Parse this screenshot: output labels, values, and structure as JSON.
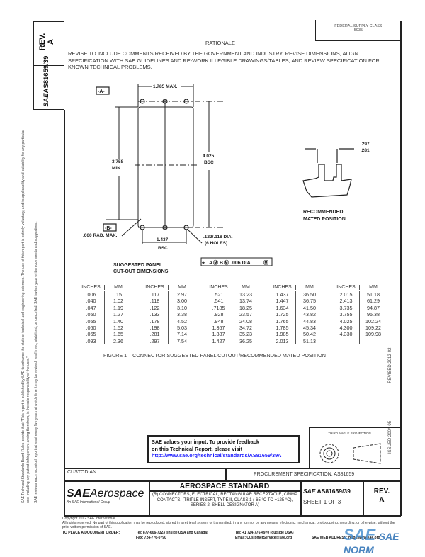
{
  "side": {
    "rev_label": "REV.",
    "rev_value": "A",
    "doc_logo": "SAE",
    "doc_number": "AS81659/39",
    "board_rules": "SAE Technical Standards Board Rules provide that: \"This report is published by SAE to advance the state of technical and engineering sciences. The use of this report is entirely voluntary, and its applicability and suitability for any particular use, including any patent infringement arising therefrom, is the sole responsibility of the user.\"",
    "review_note": "SAE reviews each technical report at least every five years at which time it may be revised, reaffirmed, stabilized, or cancelled. SAE invites your written comments and suggestions.",
    "issued": "ISSUED 2004-05",
    "revised": "REVISED 2012-02"
  },
  "fsc": {
    "label": "FEDERAL SUPPLY CLASS",
    "value": "5935"
  },
  "rationale": {
    "title": "RATIONALE",
    "text": "REVISE TO INCLUDE COMMENTS RECEIVED BY THE GOVERNMENT AND INDUSTRY. REVISE DIMENSIONS, ALIGN SPECIFICATION WITH SAE GUIDELINES AND RE-WORK ILLEGIBLE DRAWINGS/TABLES, AND REVIEW SPECIFICATION FOR KNOWN TECHNICAL PROBLEMS."
  },
  "drawing": {
    "datum_a": "-A-",
    "datum_b": "-B-",
    "width_max": "1.785 MAX.",
    "height_min_1": "3.758",
    "height_min_2": "MIN.",
    "height_bsc_1": "4.025",
    "height_bsc_2": "BSC",
    "hole_spacing_1": "1.437",
    "hole_spacing_2": "BSC",
    "radius": ".060 RAD. MAX.",
    "holes_1": ".122/.118 DIA.",
    "holes_2": "(6 HOLES)",
    "caption_1": "SUGGESTED PANEL",
    "caption_2": "CUT-OUT DIMENSIONS",
    "fcf": [
      "⌖",
      "A",
      "Ⓜ",
      "B",
      "Ⓜ",
      ".006 DIA",
      "Ⓜ"
    ],
    "mated_dim_1": ".297",
    "mated_dim_2": ".281",
    "mated_caption_1": "RECOMMENDED",
    "mated_caption_2": "MATED POSITION"
  },
  "conversion_table": {
    "headers": [
      "INCHES",
      "MM"
    ],
    "groups": [
      [
        [
          ".006",
          ".15"
        ],
        [
          ".040",
          "1.02"
        ],
        [
          ".047",
          "1.19"
        ],
        [
          ".050",
          "1.27"
        ],
        [
          ".055",
          "1.40"
        ],
        [
          ".060",
          "1.52"
        ],
        [
          ".065",
          "1.65"
        ],
        [
          ".093",
          "2.36"
        ]
      ],
      [
        [
          ".117",
          "2.97"
        ],
        [
          ".118",
          "3.00"
        ],
        [
          ".122",
          "3.10"
        ],
        [
          ".133",
          "3.38"
        ],
        [
          ".178",
          "4.52"
        ],
        [
          ".198",
          "5.03"
        ],
        [
          ".281",
          "7.14"
        ],
        [
          ".297",
          "7.54"
        ]
      ],
      [
        [
          ".521",
          "13.23"
        ],
        [
          ".541",
          "13.74"
        ],
        [
          ".7185",
          "18.25"
        ],
        [
          ".928",
          "23.57"
        ],
        [
          ".948",
          "24.08"
        ],
        [
          "1.367",
          "34.72"
        ],
        [
          "1.387",
          "35.23"
        ],
        [
          "1.427",
          "36.25"
        ]
      ],
      [
        [
          "1.437",
          "36.50"
        ],
        [
          "1.447",
          "36.75"
        ],
        [
          "1.634",
          "41.50"
        ],
        [
          "1.725",
          "43.82"
        ],
        [
          "1.765",
          "44.83"
        ],
        [
          "1.785",
          "45.34"
        ],
        [
          "1.985",
          "50.42"
        ],
        [
          "2.013",
          "51.13"
        ]
      ],
      [
        [
          "2.015",
          "51.18"
        ],
        [
          "2.413",
          "61.29"
        ],
        [
          "3.735",
          "94.87"
        ],
        [
          "3.755",
          "95.38"
        ],
        [
          "4.025",
          "102.24"
        ],
        [
          "4.300",
          "109.22"
        ],
        [
          "4.330",
          "109.98"
        ]
      ]
    ]
  },
  "figure_caption": "FIGURE 1 – CONNECTOR SUGGESTED PANEL CUTOUT/RECOMMENDED MATED POSITION",
  "projection": {
    "label": "THIRD ANGLE PROJECTION"
  },
  "feedback": {
    "line1": "SAE values your input. To provide feedback",
    "line2": "on this Technical Report, please visit",
    "link": "http://www.sae.org/technical/standards/AS81659/39A"
  },
  "title_block": {
    "custodian_label": "CUSTODIAN",
    "procurement": "PROCUREMENT SPECIFICATION:  AS81659",
    "brand_bold": "SAE",
    "brand_light": "Aerospace",
    "brand_sub": "An SAE International Group",
    "standard": "AEROSPACE STANDARD",
    "description": "(R) CONNECTORS, ELECTRICAL, RECTANGULAR RECEPTACLE, CRIMP CONTACTS, (TRIPLE INSERT, TYPE II, CLASS 1 (-65 °C TO +125 °C), SERIES 2, SHELL DESIGNATOR A)",
    "doc_logo": "SAE",
    "doc_number": "AS81659/39",
    "sheet": "SHEET 1 OF 3",
    "rev_label": "REV.",
    "rev_value": "A"
  },
  "footer": {
    "copyright": "Copyright 2012 SAE International",
    "rights": "All rights reserved. No part of this publication may be reproduced, stored in a retrieval system or transmitted, in any form or by any means, electronic, mechanical, photocopying, recording, or otherwise, without the prior written permission of SAE.",
    "order_label": "TO PLACE A DOCUMENT ORDER:",
    "tel_us": "Tel: 877-606-7323 (inside USA and Canada)",
    "fax": "Fax: 724-776-0790",
    "tel_intl": "Tel: +1 724-776-4970 (outside USA)",
    "email": "Email: CustomerService@sae.org",
    "web": "SAE WEB ADDRESS: http://www.sae.org"
  },
  "watermark": {
    "text": "SAE NORM",
    "logo": "SAE"
  },
  "colors": {
    "link": "#1a1aff",
    "watermark": "#4a90d0"
  }
}
